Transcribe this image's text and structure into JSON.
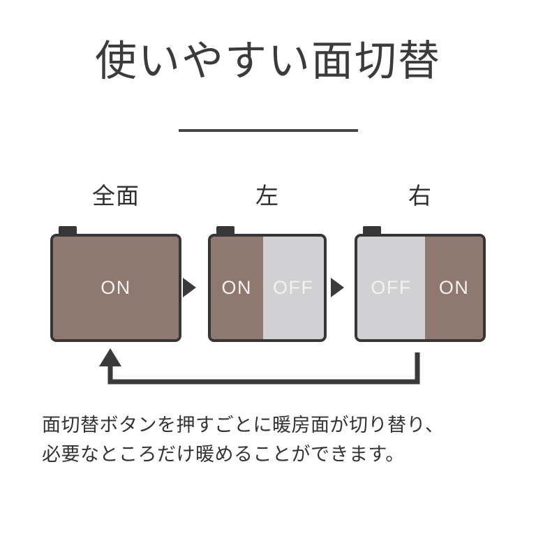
{
  "title": "使いやすい面切替",
  "divider": {
    "color": "#474747"
  },
  "colors": {
    "on_fill": "#8e7870",
    "off_fill": "#d1d1d3",
    "outline": "#363636",
    "text_dark": "#333333",
    "seg_label": "#f4f1ef"
  },
  "diagram": {
    "panels": [
      {
        "label": "全面",
        "segments": [
          {
            "state": "ON",
            "fill": "on",
            "width_pct": 100
          }
        ]
      },
      {
        "label": "左",
        "segments": [
          {
            "state": "ON",
            "fill": "on",
            "width_pct": 46
          },
          {
            "state": "OFF",
            "fill": "off",
            "width_pct": 54
          }
        ]
      },
      {
        "label": "右",
        "segments": [
          {
            "state": "OFF",
            "fill": "off",
            "width_pct": 54
          },
          {
            "state": "ON",
            "fill": "on",
            "width_pct": 46
          }
        ]
      }
    ],
    "step_arrows": [
      "▶",
      "▶"
    ],
    "loop_arrow": {
      "direction": "right-to-left",
      "style": "cycle-back"
    }
  },
  "caption": {
    "line1": "面切替ボタンを押すごとに暖房面が切り替り、",
    "line2": "必要なところだけ暖めることができます。"
  }
}
